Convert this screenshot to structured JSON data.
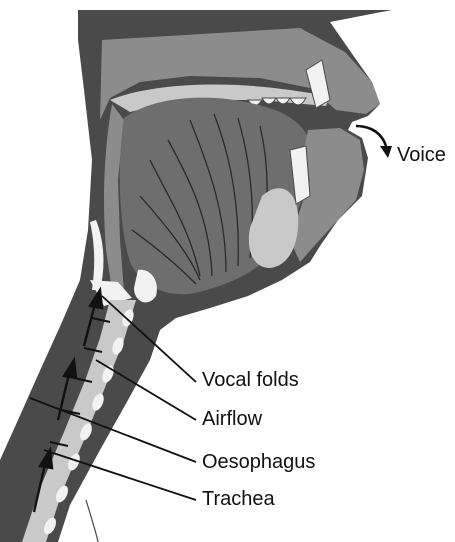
{
  "labels": {
    "voice": "Voice",
    "vocal_folds": "Vocal folds",
    "airflow": "Airflow",
    "oesophagus": "Oesophagus",
    "trachea": "Trachea"
  },
  "colors": {
    "background": "#ffffff",
    "dark_tissue": "#4a4a4a",
    "mid_tissue": "#8c8c8c",
    "tongue": "#6e6e6e",
    "light_tissue": "#c9c9c9",
    "highlight": "#f2f2f2",
    "line": "#111111"
  },
  "icons": [
    "voice-arrow-icon",
    "airflow-arrow-icon"
  ]
}
